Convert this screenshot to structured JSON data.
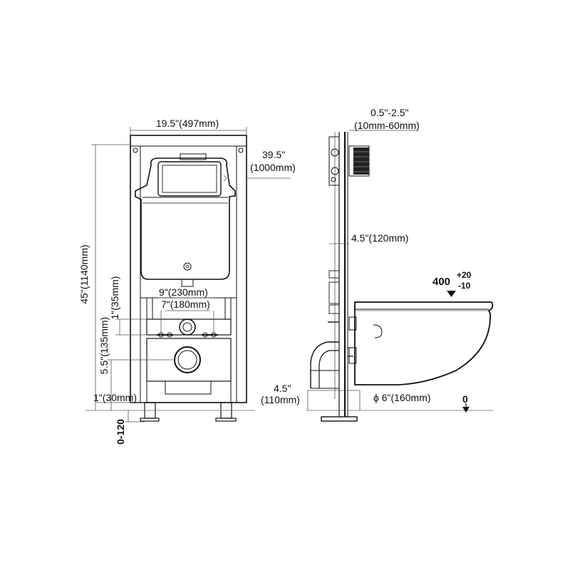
{
  "front_view": {
    "width_label": "19.5\"(497mm)",
    "height_label": "45\"(1140mm)",
    "depth_label_line1": "39.5\"",
    "depth_label_line2": "(1000mm)",
    "outer_spacing_label": "9\"(230mm)",
    "inner_spacing_label": "7\"(180mm)",
    "small_offset_label": "1\"(35mm)",
    "outlet_height_label": "5.5\"(135mm)",
    "foot_label": "1\"(30mm)",
    "adjust_label": "0-120"
  },
  "side_view": {
    "wall_gap_line1": "0.5\"-2.5\"",
    "wall_gap_line2": "(10mm-60mm)",
    "frame_depth_label": "4.5\"(120mm)",
    "seat_height_main": "400",
    "seat_height_plus": "+20",
    "seat_height_minus": "-10",
    "pipe_height_line1": "4.5\"",
    "pipe_height_line2": "(110mm)",
    "pipe_diameter_label": "ϕ 6\"(160mm)",
    "zero_label": "0"
  }
}
